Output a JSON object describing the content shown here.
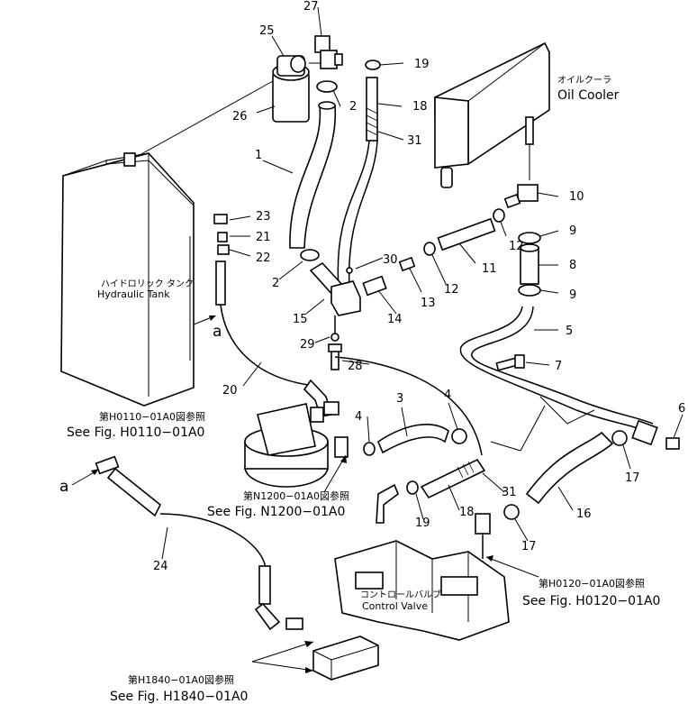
{
  "labels": {
    "oil_cooler_jp": "オイルクーラ",
    "oil_cooler_en": "Oil Cooler",
    "hydraulic_tank_jp": "ハイドロリック タンク",
    "hydraulic_tank_en": "Hydraulic Tank",
    "control_valve_jp": "コントロールバルブ",
    "control_valve_en": "Control Valve"
  },
  "references": {
    "h0110_jp": "第H0110−01A0図参照",
    "h0110_en": "See Fig. H0110−01A0",
    "n1200_jp": "第N1200−01A0図参照",
    "n1200_en": "See Fig. N1200−01A0",
    "h0120_jp": "第H0120−01A0図参照",
    "h0120_en": "See Fig. H0120−01A0",
    "h1840_jp": "第H1840−01A0図参照",
    "h1840_en": "See Fig. H1840−01A0"
  },
  "callouts": {
    "a_upper": "a",
    "a_lower": "a"
  },
  "parts": {
    "p1": "1",
    "p2a": "2",
    "p2b": "2",
    "p3": "3",
    "p4a": "4",
    "p4b": "4",
    "p5": "5",
    "p6": "6",
    "p7": "7",
    "p8": "8",
    "p9a": "9",
    "p9b": "9",
    "p10": "10",
    "p11": "11",
    "p12a": "12",
    "p12b": "12",
    "p13": "13",
    "p14": "14",
    "p15": "15",
    "p16": "16",
    "p17a": "17",
    "p17b": "17",
    "p18a": "18",
    "p18b": "18",
    "p19a": "19",
    "p19b": "19",
    "p20": "20",
    "p21": "21",
    "p22": "22",
    "p23": "23",
    "p24": "24",
    "p25": "25",
    "p26": "26",
    "p27": "27",
    "p28": "28",
    "p29": "29",
    "p30": "30",
    "p31a": "31",
    "p31b": "31"
  }
}
